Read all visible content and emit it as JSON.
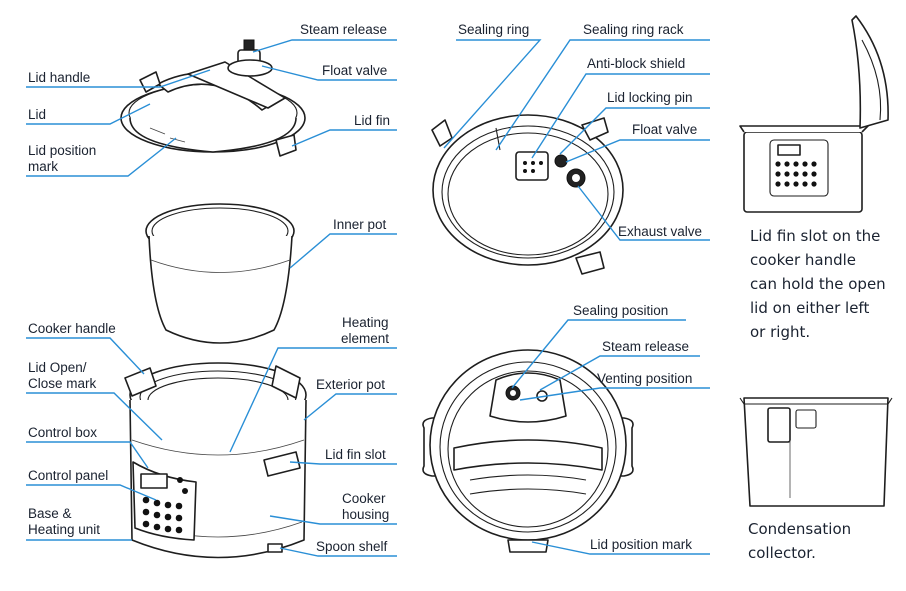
{
  "labels": {
    "steam_release_top": "Steam release",
    "lid_handle": "Lid handle",
    "float_valve_top": "Float valve",
    "lid": "Lid",
    "lid_fin": "Lid fin",
    "lid_position_mark_line1": "Lid position",
    "lid_position_mark_line2": "mark",
    "inner_pot": "Inner pot",
    "cooker_handle": "Cooker handle",
    "heating_element_line1": "Heating",
    "heating_element_line2": "element",
    "lid_open_close_line1": "Lid Open/",
    "lid_open_close_line2": "Close mark",
    "exterior_pot": "Exterior pot",
    "control_box": "Control box",
    "lid_fin_slot": "Lid fin slot",
    "control_panel": "Control panel",
    "cooker_housing_line1": "Cooker",
    "cooker_housing_line2": "housing",
    "base_heating_line1": "Base &",
    "base_heating_line2": "Heating unit",
    "spoon_shelf": "Spoon shelf",
    "sealing_ring": "Sealing ring",
    "sealing_ring_rack": "Sealing ring rack",
    "anti_block_shield": "Anti-block shield",
    "lid_locking_pin": "Lid locking pin",
    "float_valve_mid": "Float valve",
    "exhaust_valve": "Exhaust valve",
    "sealing_position": "Sealing position",
    "steam_release_bottom": "Steam release",
    "venting_position": "Venting position",
    "lid_position_mark_bottom": "Lid position mark"
  },
  "notes": {
    "lid_fin_slot_note": [
      "Lid fin slot on the",
      "cooker handle",
      "can hold the open",
      "lid on either left",
      "or right."
    ],
    "condensation_note": [
      "Condensation",
      "collector."
    ]
  }
}
